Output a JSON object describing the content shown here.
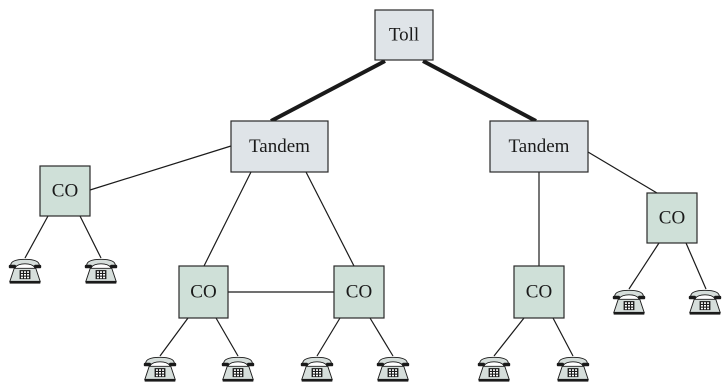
{
  "nodes": {
    "toll": {
      "label": "Toll"
    },
    "tandem_left": {
      "label": "Tandem"
    },
    "tandem_right": {
      "label": "Tandem"
    },
    "co_far_left": {
      "label": "CO"
    },
    "co_mid_left": {
      "label": "CO"
    },
    "co_mid_right": {
      "label": "CO"
    },
    "co_under_right_tandem": {
      "label": "CO"
    },
    "co_far_right": {
      "label": "CO"
    }
  },
  "icon_names": {
    "telephone": "telephone-icon"
  },
  "colors": {
    "toll_tandem_fill": "#dfe4e8",
    "co_fill": "#cfe0d8",
    "line": "#1a1a1a"
  }
}
